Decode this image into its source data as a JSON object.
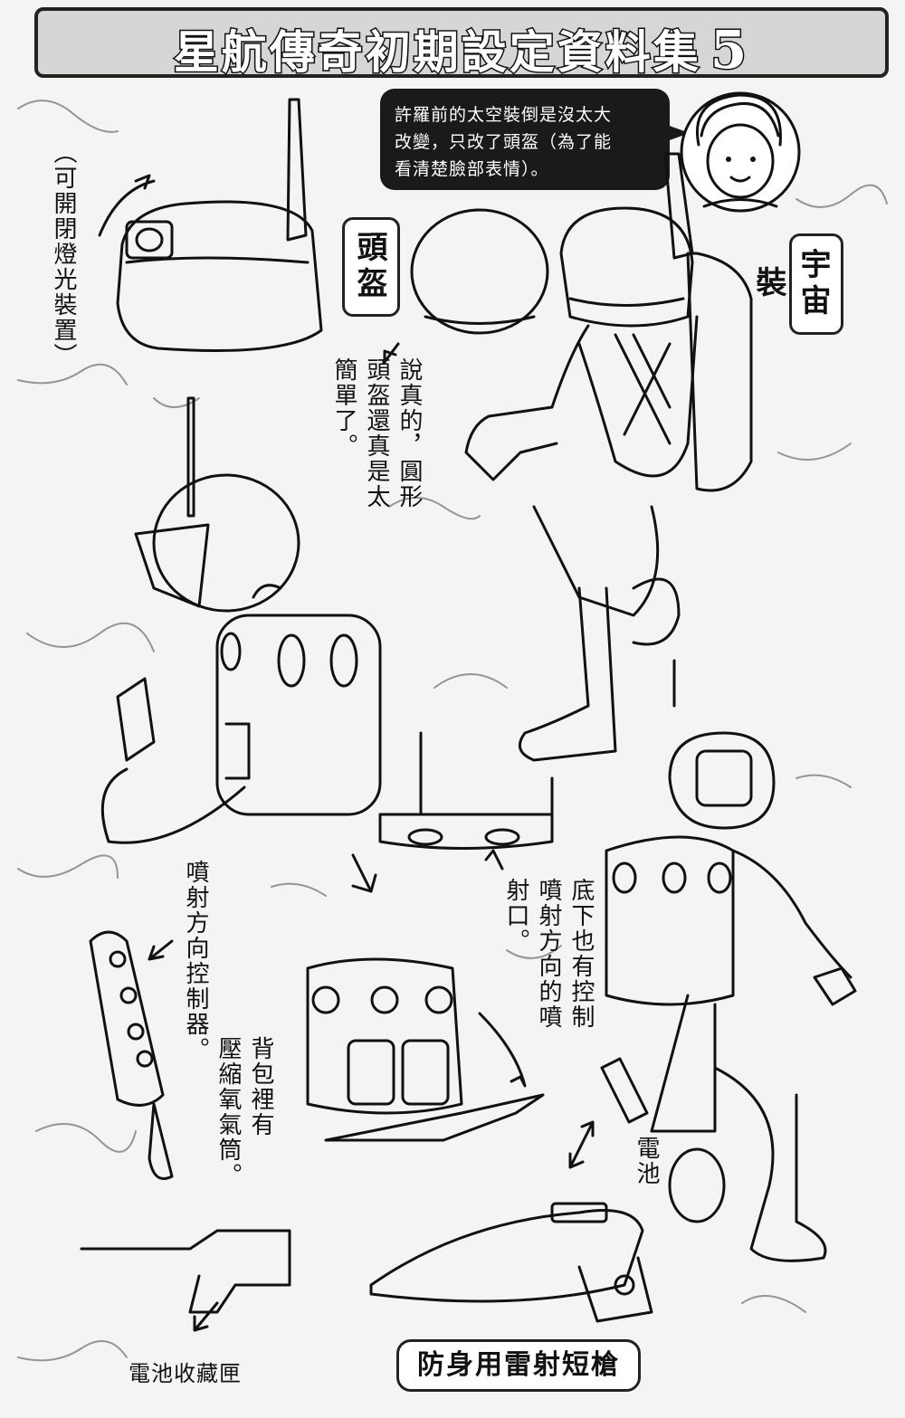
{
  "title": {
    "text": "星航傳奇初期設定資料集",
    "number": "5"
  },
  "speech_bubble": {
    "lines": [
      "許羅前的太空裝倒是沒太大",
      "改變，只改了頭盔（為了能",
      "看清楚臉部表情）。"
    ]
  },
  "labels": {
    "light_device": "（可開閉燈光裝置）",
    "helmet": "頭盔",
    "spacesuit": "宇宙裝",
    "helmet_comment": [
      "說真的，圓形",
      "頭盔還真是太",
      "簡單了。"
    ],
    "jet_controller": "噴射方向控制器。",
    "bottom_nozzle": [
      "底下也有控制",
      "噴射方向的噴",
      "射口。"
    ],
    "oxygen_tank": [
      "背包裡有",
      "壓縮氧氣筒。"
    ],
    "battery": "電池",
    "battery_box": "電池收藏匣",
    "laser_gun": "防身用雷射短槍"
  },
  "icons": {
    "author": "author-portrait-icon",
    "arrow": "arrow-icon"
  }
}
